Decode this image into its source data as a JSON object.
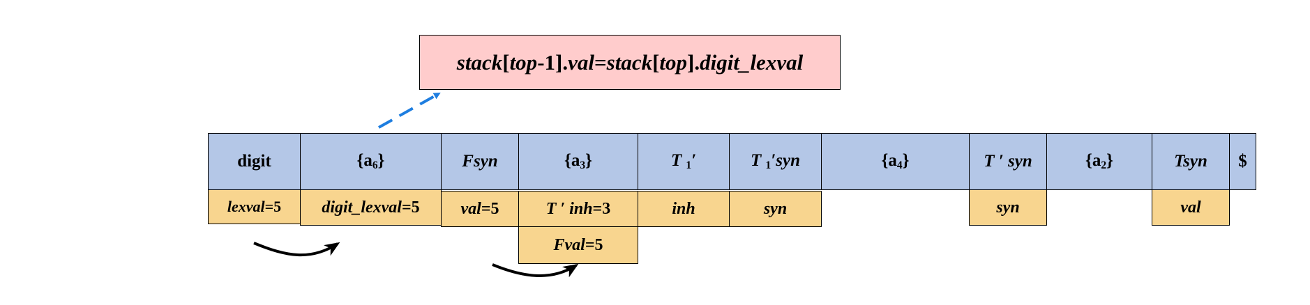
{
  "formula": {
    "p1": "stack",
    "p2": "[",
    "p3": "top",
    "p4": "-1].",
    "p5": "val",
    "p6": "=",
    "p7": "stack",
    "p8": "[",
    "p9": "top",
    "p10": "].",
    "p11": "digit_lexval"
  },
  "stack": [
    {
      "main": "digit"
    },
    {
      "main": "{a",
      "sub": "6",
      "close": "}"
    },
    {
      "main": "Fsyn"
    },
    {
      "main": "{a",
      "sub": "3",
      "close": "}"
    },
    {
      "main": "T ",
      "sub": "1",
      "close": "′"
    },
    {
      "main": "T ",
      "sub": "1",
      "close": "′syn"
    },
    {
      "main": "{a",
      "sub": "4",
      "close": "}"
    },
    {
      "main": "T ′ syn"
    },
    {
      "main": "{a",
      "sub": "2",
      "close": "}"
    },
    {
      "main": "Tsyn"
    },
    {
      "main": "$"
    }
  ],
  "attrs": [
    {
      "name": "lexval",
      "op": "=",
      "num": "5"
    },
    {
      "name": "digit_lexval",
      "op": "=",
      "num": "5"
    },
    {
      "name": "val",
      "op": "=",
      "num": "5"
    },
    {
      "name": "T ′ inh",
      "op": "=",
      "num": "3"
    },
    {
      "name": "inh"
    },
    {
      "name": "syn"
    },
    {
      "name": "syn"
    },
    {
      "name": "val"
    },
    {
      "name": "Fval",
      "op": "=",
      "num": "5"
    }
  ],
  "colors": {
    "cell": "#b4c7e7",
    "attr": "#f8d58f",
    "formula": "#ffcccc",
    "dashed_arrow": "#1e7ee0",
    "curved_arrow": "#000000"
  }
}
